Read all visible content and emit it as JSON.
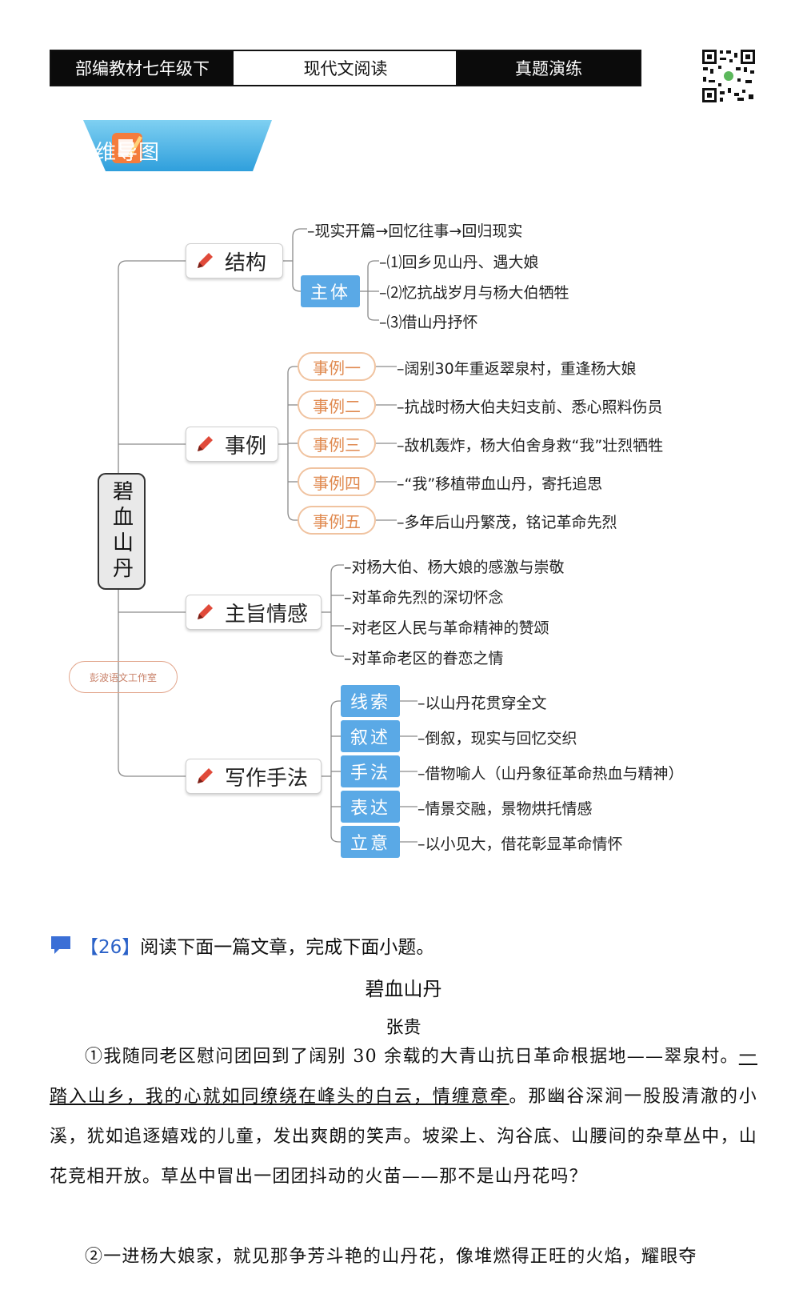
{
  "header": {
    "left": "部编教材七年级下",
    "center": "现代文阅读",
    "right": "真题演练"
  },
  "banner": {
    "label": "思维导图"
  },
  "mindmap": {
    "root": "碧血山丹",
    "studio": "彭波语文工作室",
    "structure": {
      "label": "结构",
      "opening": "–现实开篇→回忆往事→回归现实",
      "body_tag": "主体",
      "body_items": [
        "–⑴回乡见山丹、遇大娘",
        "–⑵忆抗战岁月与杨大伯牺牲",
        "–⑶借山丹抒怀"
      ]
    },
    "examples": {
      "label": "事例",
      "items": [
        {
          "tag": "事例一",
          "text": "–阔别30年重返翠泉村，重逢杨大娘"
        },
        {
          "tag": "事例二",
          "text": "–抗战时杨大伯夫妇支前、悉心照料伤员"
        },
        {
          "tag": "事例三",
          "text": "–敌机轰炸，杨大伯舍身救“我”壮烈牺牲"
        },
        {
          "tag": "事例四",
          "text": "–“我”移植带血山丹，寄托追思"
        },
        {
          "tag": "事例五",
          "text": "–多年后山丹繁茂，铭记革命先烈"
        }
      ]
    },
    "theme": {
      "label": "主旨情感",
      "items": [
        "–对杨大伯、杨大娘的感激与崇敬",
        "–对革命先烈的深切怀念",
        "–对老区人民与革命精神的赞颂",
        "–对革命老区的眷恋之情"
      ]
    },
    "writing": {
      "label": "写作手法",
      "items": [
        {
          "tag": "线索",
          "text": "–以山丹花贯穿全文"
        },
        {
          "tag": "叙述",
          "text": "–倒叙，现实与回忆交织"
        },
        {
          "tag": "手法",
          "text": "–借物喻人（山丹象征革命热血与精神）"
        },
        {
          "tag": "表达",
          "text": "–情景交融，景物烘托情感"
        },
        {
          "tag": "立意",
          "text": "–以小见大，借花彰显革命情怀"
        }
      ]
    }
  },
  "question": {
    "number": "【26】",
    "prompt": "阅读下面一篇文章，完成下面小题。"
  },
  "article": {
    "title": "碧血山丹",
    "author": "张贵",
    "p1_a": "①我随同老区慰问团回到了阔别 30 余载的大青山抗日革命根据地——翠泉村。",
    "p1_ul": "一踏入山乡，我的心就如同缭绕在峰头的白云，情缠意牵",
    "p1_b": "。那幽谷深涧一股股清澈的小溪，犹如追逐嬉戏的儿童，发出爽朗的笑声。坡梁上、沟谷底、山腰间的杂草丛中，山花竞相开放。草丛中冒出一团团抖动的火苗——那不是山丹花吗？",
    "p2": "②一进杨大娘家，就见那争芳斗艳的山丹花，像堆燃得正旺的火焰，耀眼夺"
  }
}
